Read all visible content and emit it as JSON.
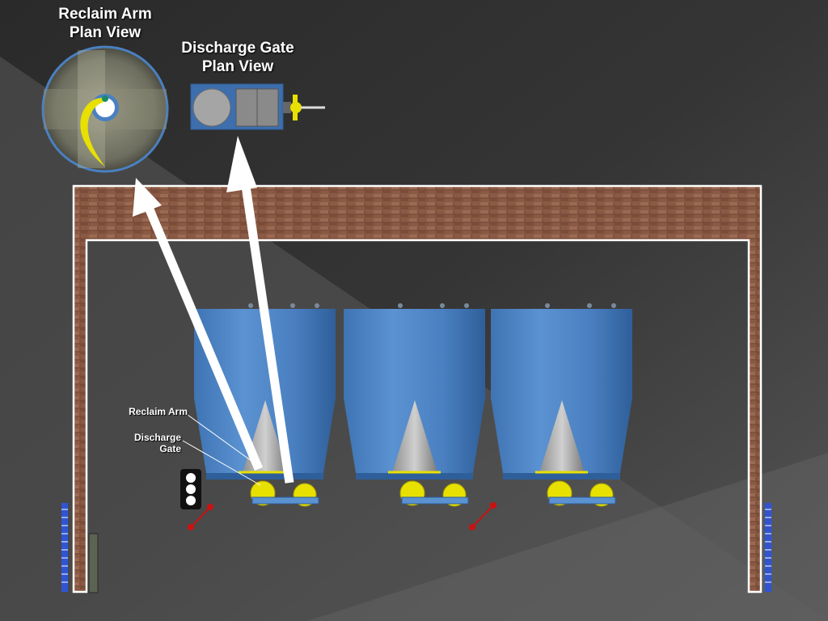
{
  "titles": {
    "reclaim_arm_plan_line1": "Reclaim Arm",
    "reclaim_arm_plan_line2": "Plan View",
    "discharge_gate_plan_line1": "Discharge Gate",
    "discharge_gate_plan_line2": "Plan View"
  },
  "callouts": {
    "reclaim_arm": "Reclaim Arm",
    "discharge_gate_line1": "Discharge",
    "discharge_gate_line2": "Gate"
  },
  "colors": {
    "background_dark": "#2e2e2e",
    "background_light": "#5a5a5a",
    "silo_blue": "#4f86c6",
    "silo_blue_dark": "#2f5f9a",
    "brick": "#8a5a44",
    "frame_white": "#ffffff",
    "reclaim_arm_yellow": "#e8e000",
    "cone_grey": "#a8a8a8",
    "alarm_red": "#cc1111",
    "arrow_white": "#ffffff"
  },
  "silos": [
    {
      "id": "silo-1"
    },
    {
      "id": "silo-2"
    },
    {
      "id": "silo-3"
    }
  ],
  "icons": [
    "traffic-light-icon",
    "alarm-beacon-icon",
    "level-indicator-icon",
    "control-panel-icon"
  ]
}
